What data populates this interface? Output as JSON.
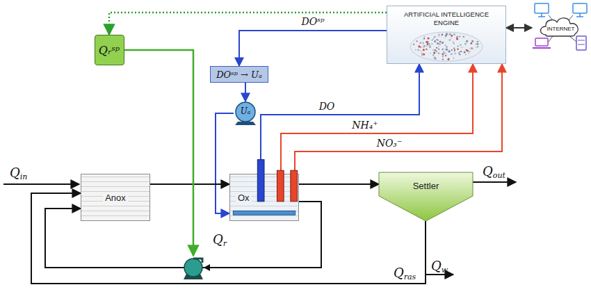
{
  "diagram": {
    "nodes": [
      {
        "text": [
          "ARTIFICIAL INTELLIGENCE ENGINE"
        ]
      },
      {
        "text": [
          "INTERNET"
        ]
      },
      {
        "text": [
          "Qᵣˢᵖ"
        ]
      },
      {
        "text": [
          "DOˢᵖ → Uₐ"
        ]
      },
      {
        "text": [
          "Uₐ"
        ]
      },
      {
        "text": [
          "Anox"
        ]
      },
      {
        "text": [
          "Ox"
        ]
      },
      {
        "text": [
          "Settler"
        ]
      }
    ],
    "edges": [
      {
        "from": 0,
        "to": 1,
        "arrow": "both"
      },
      {
        "from": 0,
        "to": 2,
        "arrow": "to"
      },
      {
        "from": 0,
        "to": 3,
        "label": "DOˢᵖ",
        "arrow": "to"
      },
      {
        "from": 3,
        "to": 4,
        "arrow": "to"
      },
      {
        "from": 4,
        "to": 6,
        "arrow": "to"
      },
      {
        "from": 6,
        "to": 0,
        "label": "DO",
        "arrow": "to"
      },
      {
        "from": 6,
        "to": 0,
        "label": "NH₄⁺",
        "arrow": "to"
      },
      {
        "from": 6,
        "to": 0,
        "label": "NO₃⁻",
        "arrow": "to"
      },
      {
        "from": 5,
        "to": 6,
        "arrow": "to"
      },
      {
        "from": 6,
        "to": 7,
        "arrow": "to"
      },
      {
        "from": 6,
        "to": 5,
        "arrow": "to"
      },
      {
        "from": 7,
        "to": 5,
        "arrow": "to"
      }
    ],
    "labels": [
      "Qin",
      "Qout",
      "Qr",
      "Qras",
      "Qw"
    ]
  }
}
